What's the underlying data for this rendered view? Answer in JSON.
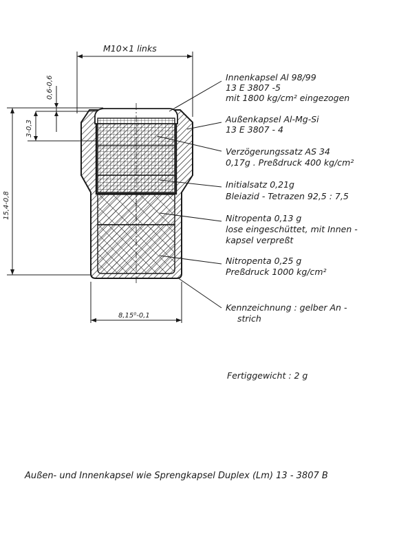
{
  "drawing": {
    "thread_dim": "M10×1 links",
    "dim_top": "0,6-0,6",
    "dim_mid": "3-0,3",
    "dim_height": "15,4-0,8",
    "dim_width": "8,15⁰-0,1"
  },
  "labels": [
    {
      "lines": [
        "Innenkapsel  Al 98/99",
        "13 E 3807 -5",
        "mit 1800 kg/cm² eingezogen"
      ]
    },
    {
      "lines": [
        "Außenkapsel  Al-Mg-Si",
        "13 E 3807 - 4"
      ]
    },
    {
      "lines": [
        "Verzögerungssatz AS 34",
        "0,17g . Preßdruck 400 kg/cm²"
      ]
    },
    {
      "lines": [
        "Initialsatz  0,21g",
        "Bleiazid - Tetrazen  92,5 : 7,5"
      ]
    },
    {
      "lines": [
        "Nitropenta  0,13 g",
        "lose eingeschüttet, mit Innen -",
        "kapsel verpreßt"
      ]
    },
    {
      "lines": [
        "Nitropenta  0,25 g",
        "Preßdruck 1000 kg/cm²"
      ]
    },
    {
      "lines": [
        "Kennzeichnung  :  gelber An -",
        "strich"
      ]
    }
  ],
  "weight_note": "Fertiggewicht : 2 g",
  "footer": "Außen- und Innenkapsel wie Sprengkapsel Duplex (Lm)  13 - 3807  B",
  "colors": {
    "ink": "#1a1a1a",
    "paper": "#ffffff"
  }
}
